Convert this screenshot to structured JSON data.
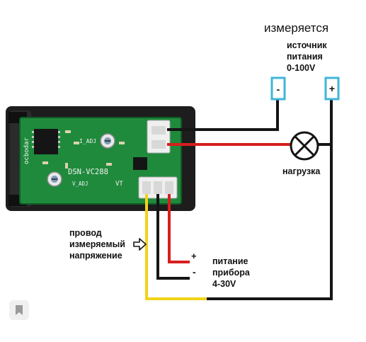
{
  "labels": {
    "measured": "измеряется",
    "source": [
      "источник",
      "питания",
      "0-100V"
    ],
    "load": "нагрузка",
    "wire": [
      "провод",
      "измеряемый",
      "напряжение"
    ],
    "meter_power": [
      "питание",
      "прибора",
      "4-30V"
    ],
    "plus_sign": "+",
    "minus_sign": "-"
  },
  "board": {
    "model": "DSN-VC288",
    "adj_i": "I_ADJ",
    "adj_v": "V_ADJ",
    "marker_vt": "VT",
    "edge_text": "ocbodar"
  },
  "terminals": {
    "minus": "-",
    "plus": "+"
  },
  "colors": {
    "wire_black": "#151515",
    "wire_red": "#d81e1e",
    "wire_yellow": "#f2d21a",
    "pcb_green": "#1f8a3c",
    "terminal_blue": "#3fb6d8"
  },
  "icons": {
    "arrow": "outline-right-arrow-icon",
    "lamp": "lamp-cross-icon",
    "bookmark": "bookmark-icon"
  }
}
